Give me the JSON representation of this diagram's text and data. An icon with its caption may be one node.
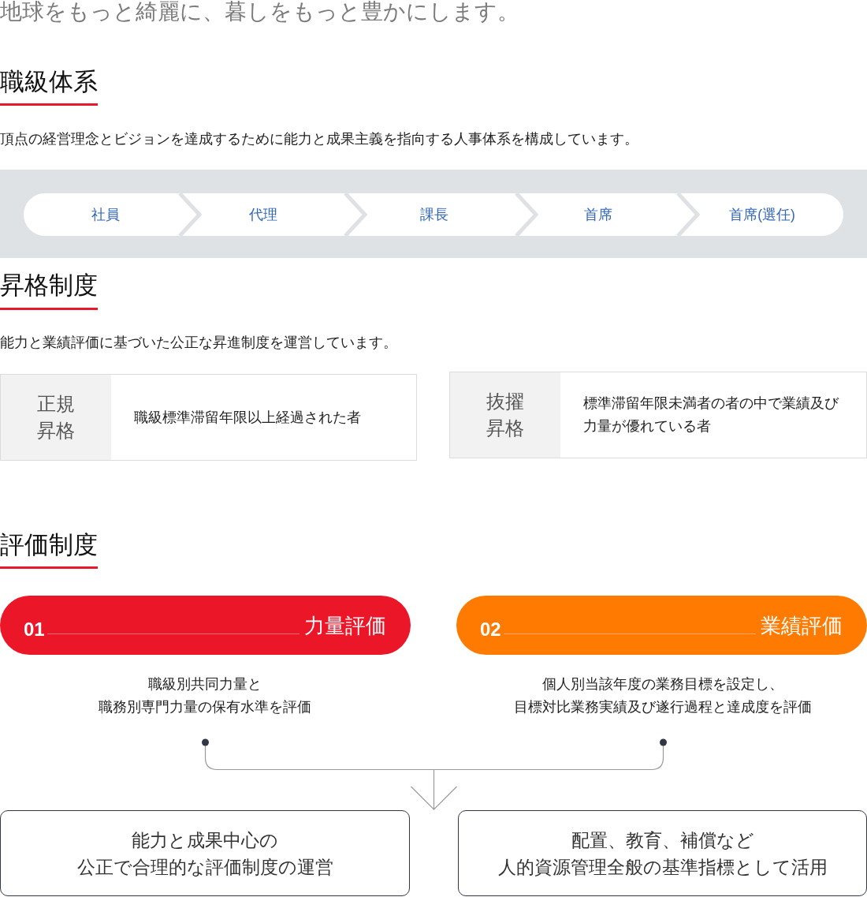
{
  "diagram": {
    "nodes": [
      {
        "text": [],
        "shape": "bar"
      },
      {
        "text": [
          "社員"
        ],
        "in": 0
      },
      {
        "text": [
          "代理"
        ],
        "in": 0
      },
      {
        "text": [
          "課長"
        ],
        "in": 0
      },
      {
        "text": [
          "首席"
        ],
        "in": 0
      },
      {
        "text": [
          "首席(選任)"
        ],
        "in": 0
      },
      {
        "text": [
          "正規昇格",
          "職級標準滞留年限以上経過された者"
        ]
      },
      {
        "text": [
          "抜擢昇格",
          "標準滞留年限未満者の者の中で業績及び力量が優れている者"
        ]
      },
      {
        "text": [
          "01",
          "力量評価"
        ]
      },
      {
        "text": [
          "02",
          "業績評価"
        ]
      },
      {
        "text": [
          "職級別共同力量と職務別専門力量の保有水準を評価"
        ]
      },
      {
        "text": [
          "個人別当該年度の業務目標を設定し、目標対比業務実績及び遂行過程と達成度を評価"
        ]
      },
      {
        "text": [
          "能力と成果中心の公正で合理的な評価制度の運営"
        ]
      },
      {
        "text": [
          "配置、教育、補償など人的資源管理全般の基準指標として活用"
        ]
      }
    ],
    "edges": [
      {
        "from": 1,
        "to": 2,
        "arrow": "to",
        "style": "thick",
        "color": "#dfe2e5"
      },
      {
        "from": 2,
        "to": 3,
        "arrow": "to",
        "style": "thick",
        "color": "#dfe2e5"
      },
      {
        "from": 3,
        "to": 4,
        "arrow": "to",
        "style": "thick",
        "color": "#dfe2e5"
      },
      {
        "from": 4,
        "to": 5,
        "arrow": "to",
        "style": "thick",
        "color": "#dfe2e5"
      },
      {
        "from": 10,
        "to": 12,
        "arrow": "to"
      },
      {
        "from": 10,
        "to": 13,
        "arrow": "to"
      },
      {
        "from": 11,
        "to": 12,
        "arrow": "to"
      },
      {
        "from": 11,
        "to": 13,
        "arrow": "to"
      }
    ],
    "labels": [
      "地球をもっと綺麗に、暮しをもっと豊かにします。",
      "職級体系",
      "頂点の経営理念とビジョンを達成するために能力と成果主義を指向する人事体系を構成しています。",
      "昇格制度",
      "能力と業績評価に基づいた公正な昇進制度を運営しています。",
      "評価制度"
    ]
  }
}
